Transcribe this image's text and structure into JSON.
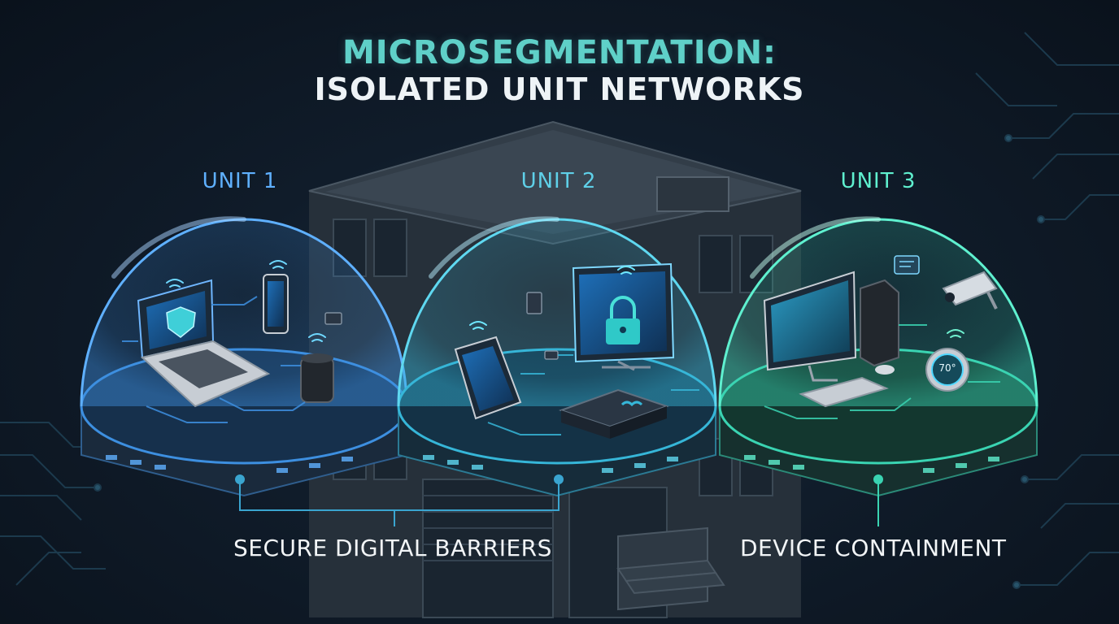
{
  "title": {
    "line1": "MICROSEGMENTATION:",
    "line2": "ISOLATED UNIT NETWORKS"
  },
  "units": [
    {
      "label": "UNIT 1",
      "color": "#3d8fe0",
      "devices": [
        "laptop-shield",
        "smartphone",
        "smart-speaker",
        "router"
      ]
    },
    {
      "label": "UNIT 2",
      "color": "#36b6d8",
      "devices": [
        "tablet",
        "monitor-lock",
        "game-console",
        "router"
      ]
    },
    {
      "label": "UNIT 3",
      "color": "#3ad4b2",
      "devices": [
        "desktop-monitor",
        "pc-tower",
        "keyboard",
        "security-camera",
        "thermostat"
      ]
    }
  ],
  "thermostat_reading": "70°",
  "captions": {
    "left": "SECURE DIGITAL BARRIERS",
    "right": "DEVICE CONTAINMENT"
  },
  "colors": {
    "background": "#0b1420",
    "title_accent": "#5fd0c8",
    "title_main": "#eef3f6",
    "building": "#2c3640"
  }
}
